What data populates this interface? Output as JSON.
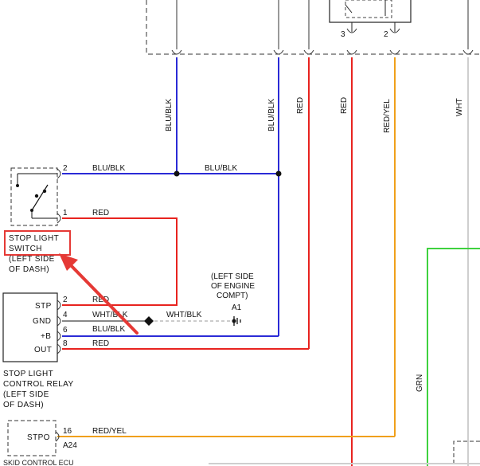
{
  "colors": {
    "blue": "#2b2bd6",
    "red": "#e8231f",
    "orange": "#f0a01a",
    "green": "#3fd23f",
    "white_wire": "#bdbdbd",
    "highlight": "#e53935",
    "arrow": "#e53935"
  },
  "wires": {
    "blu_blk_1": "BLU/BLK",
    "blu_blk_2": "BLU/BLK",
    "red_1": "RED",
    "red_2": "RED",
    "red_yel": "RED/YEL",
    "wht": "WHT",
    "h_blu_blk_a": "BLU/BLK",
    "h_blu_blk_b": "BLU/BLK",
    "h_red_sw": "RED",
    "h_red_stp": "RED",
    "h_wht_blk_a": "WHT/BLK",
    "h_wht_blk_b": "WHT/BLK",
    "h_blu_blk_c": "BLU/BLK",
    "h_red_out": "RED",
    "h_red_yel": "RED/YEL",
    "grn": "GRN"
  },
  "pins": {
    "top_3": "3",
    "top_2": "2",
    "sw_2": "2",
    "sw_1": "1",
    "relay_2": "2",
    "relay_4": "4",
    "relay_6": "6",
    "relay_8": "8",
    "skid_16": "16",
    "skid_a24": "A24"
  },
  "stop_light_switch": {
    "line1": "STOP LIGHT",
    "line2": "SWITCH",
    "loc1": "(LEFT SIDE",
    "loc2": "OF DASH)"
  },
  "relay": {
    "stp": "STP",
    "gnd": "GND",
    "plus_b": "+B",
    "out": "OUT",
    "line1": "STOP LIGHT",
    "line2": "CONTROL RELAY",
    "loc1": "(LEFT SIDE",
    "loc2": "OF DASH)"
  },
  "ground": {
    "line1": "(LEFT SIDE",
    "line2": "OF ENGINE",
    "line3": "COMPT)",
    "id": "A1"
  },
  "skid": {
    "stpo": "STPO",
    "cut_label": "SKID CONTROL ECU"
  }
}
